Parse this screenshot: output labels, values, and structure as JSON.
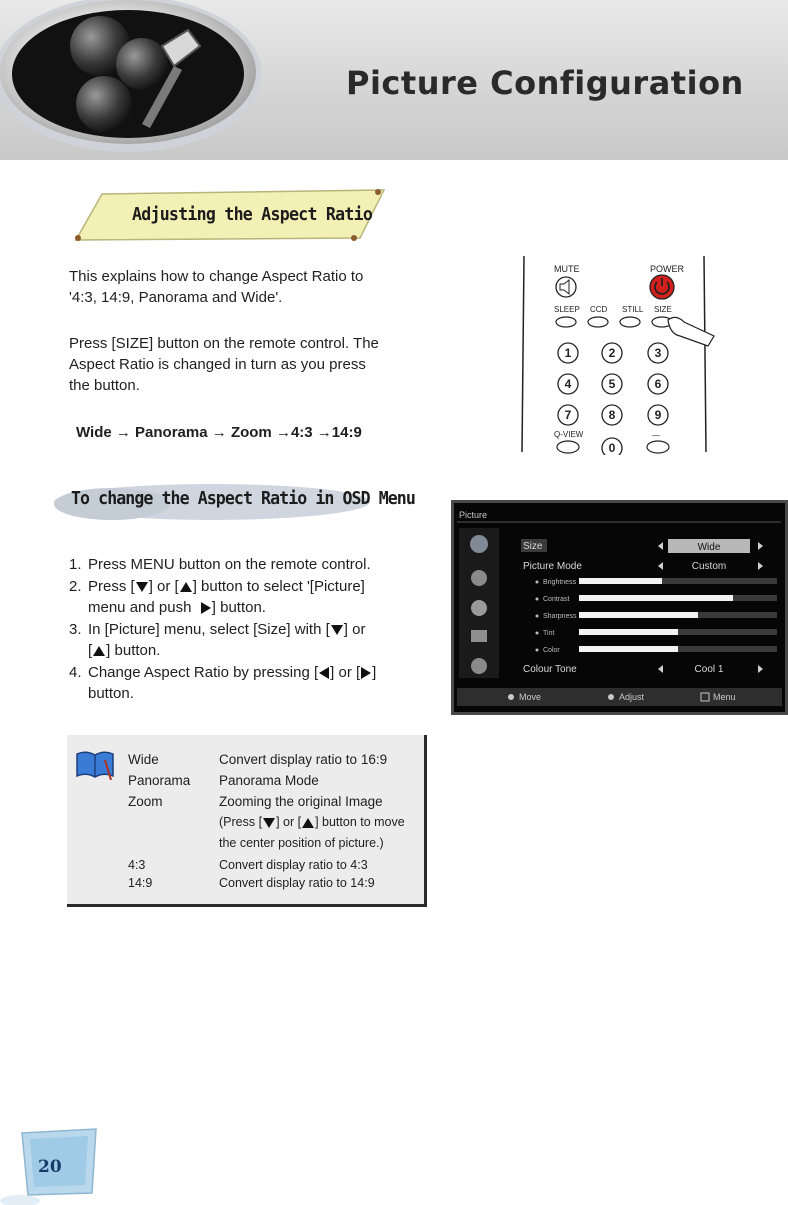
{
  "header": {
    "title": "Picture Configuration"
  },
  "section1": {
    "heading": "Adjusting the Aspect Ratio",
    "intro_line1": "This explains how to change Aspect Ratio to",
    "intro_line2": "'4:3, 14:9, Panorama and Wide'.",
    "press_line1": "Press [SIZE] button on the remote control. The",
    "press_line2": "Aspect Ratio is changed in turn as you press",
    "press_line3": "the button.",
    "sequence": [
      "Wide",
      "Panorama",
      "Zoom",
      "4:3",
      "14:9"
    ],
    "arrow": "→"
  },
  "section2": {
    "heading": "To change the Aspect Ratio in OSD Menu",
    "steps": [
      {
        "num": "1.",
        "text": "Press MENU button on the remote control."
      },
      {
        "num": "2.",
        "a": "Press [",
        "b": "] or [",
        "c": "] button to select '[Picture]",
        "d": "menu and push",
        "e": "]  button."
      },
      {
        "num": "3.",
        "a": "In [Picture] menu, select [Size] with [",
        "b": "] or",
        "c": "[",
        "d": "] button."
      },
      {
        "num": "4.",
        "a": "Change Aspect Ratio by pressing [",
        "b": "] or [",
        "c": "]",
        "d": "button."
      }
    ]
  },
  "notes": {
    "rows": [
      {
        "term": "Wide",
        "def": "Convert display ratio to 16:9"
      },
      {
        "term": "Panorama",
        "def": "Panorama Mode"
      },
      {
        "term": "Zoom",
        "def": "Zooming the original Image"
      },
      {
        "term": "4:3",
        "def": "Convert display ratio to 4:3"
      },
      {
        "term": "14:9",
        "def": "Convert display ratio to 14:9"
      }
    ],
    "zoom_extra_a": "(Press [",
    "zoom_extra_b": "] or [",
    "zoom_extra_c": "] button to move",
    "zoom_extra_d": "the center position of picture.)"
  },
  "remote": {
    "mute": "MUTE",
    "power": "POWER",
    "sleep": "SLEEP",
    "ccd": "CCD",
    "still": "STILL",
    "size": "SIZE",
    "qview": "Q-VIEW",
    "dash": "—",
    "digits": [
      "1",
      "2",
      "3",
      "4",
      "5",
      "6",
      "7",
      "8",
      "9",
      "0"
    ]
  },
  "osd": {
    "title": "Picture",
    "size_label": "Size",
    "size_value": "Wide",
    "mode_label": "Picture Mode",
    "mode_value": "Custom",
    "sliders": [
      {
        "label": "Brightness",
        "level": 0.42
      },
      {
        "label": "Contrast",
        "level": 0.78
      },
      {
        "label": "Sharpness",
        "level": 0.6
      },
      {
        "label": "Tint",
        "level": 0.5
      },
      {
        "label": "Color",
        "level": 0.5
      }
    ],
    "tone_label": "Colour Tone",
    "tone_value": "Cool 1",
    "footer_move": "Move",
    "footer_adjust": "Adjust",
    "footer_menu": "Menu"
  },
  "page": {
    "number": "20"
  }
}
